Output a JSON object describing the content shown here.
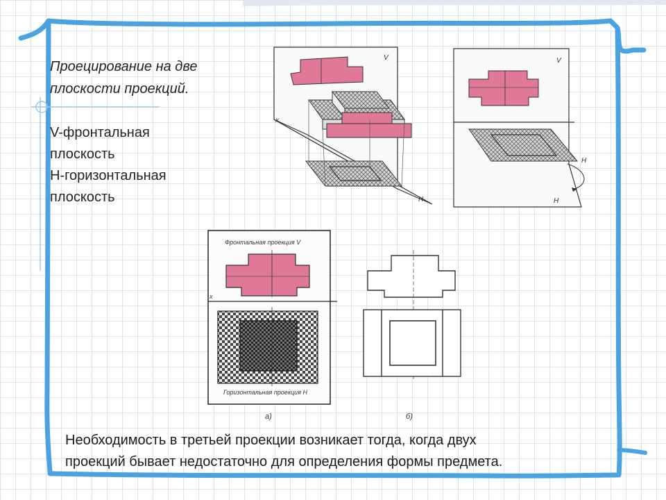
{
  "text": {
    "title_line1": "Проецирование на две",
    "title_line2": "плоскости проекций.",
    "plane_v_1": "V-фронтальная",
    "plane_v_2": "плоскость",
    "plane_h_1": "Н-горизонтальная",
    "plane_h_2": "плоскость",
    "bottom_line1": "Необходимость в третьей проекции возникает тогда, когда двух",
    "bottom_line2": "проекций бывает недостаточно для определения формы предмета."
  },
  "figure_labels": {
    "v": "V",
    "h": "H",
    "x": "x",
    "front_projection": "Фронтальная проекция V",
    "horizontal_projection": "Горизонтальная проекция Н",
    "caption_a": "а)",
    "caption_b": "б)"
  },
  "colors": {
    "frame": "#4aa3e0",
    "pink": "#e07898",
    "pink_dark": "#c0405e",
    "hatch": "#777777",
    "grid": "#dde3ec"
  }
}
